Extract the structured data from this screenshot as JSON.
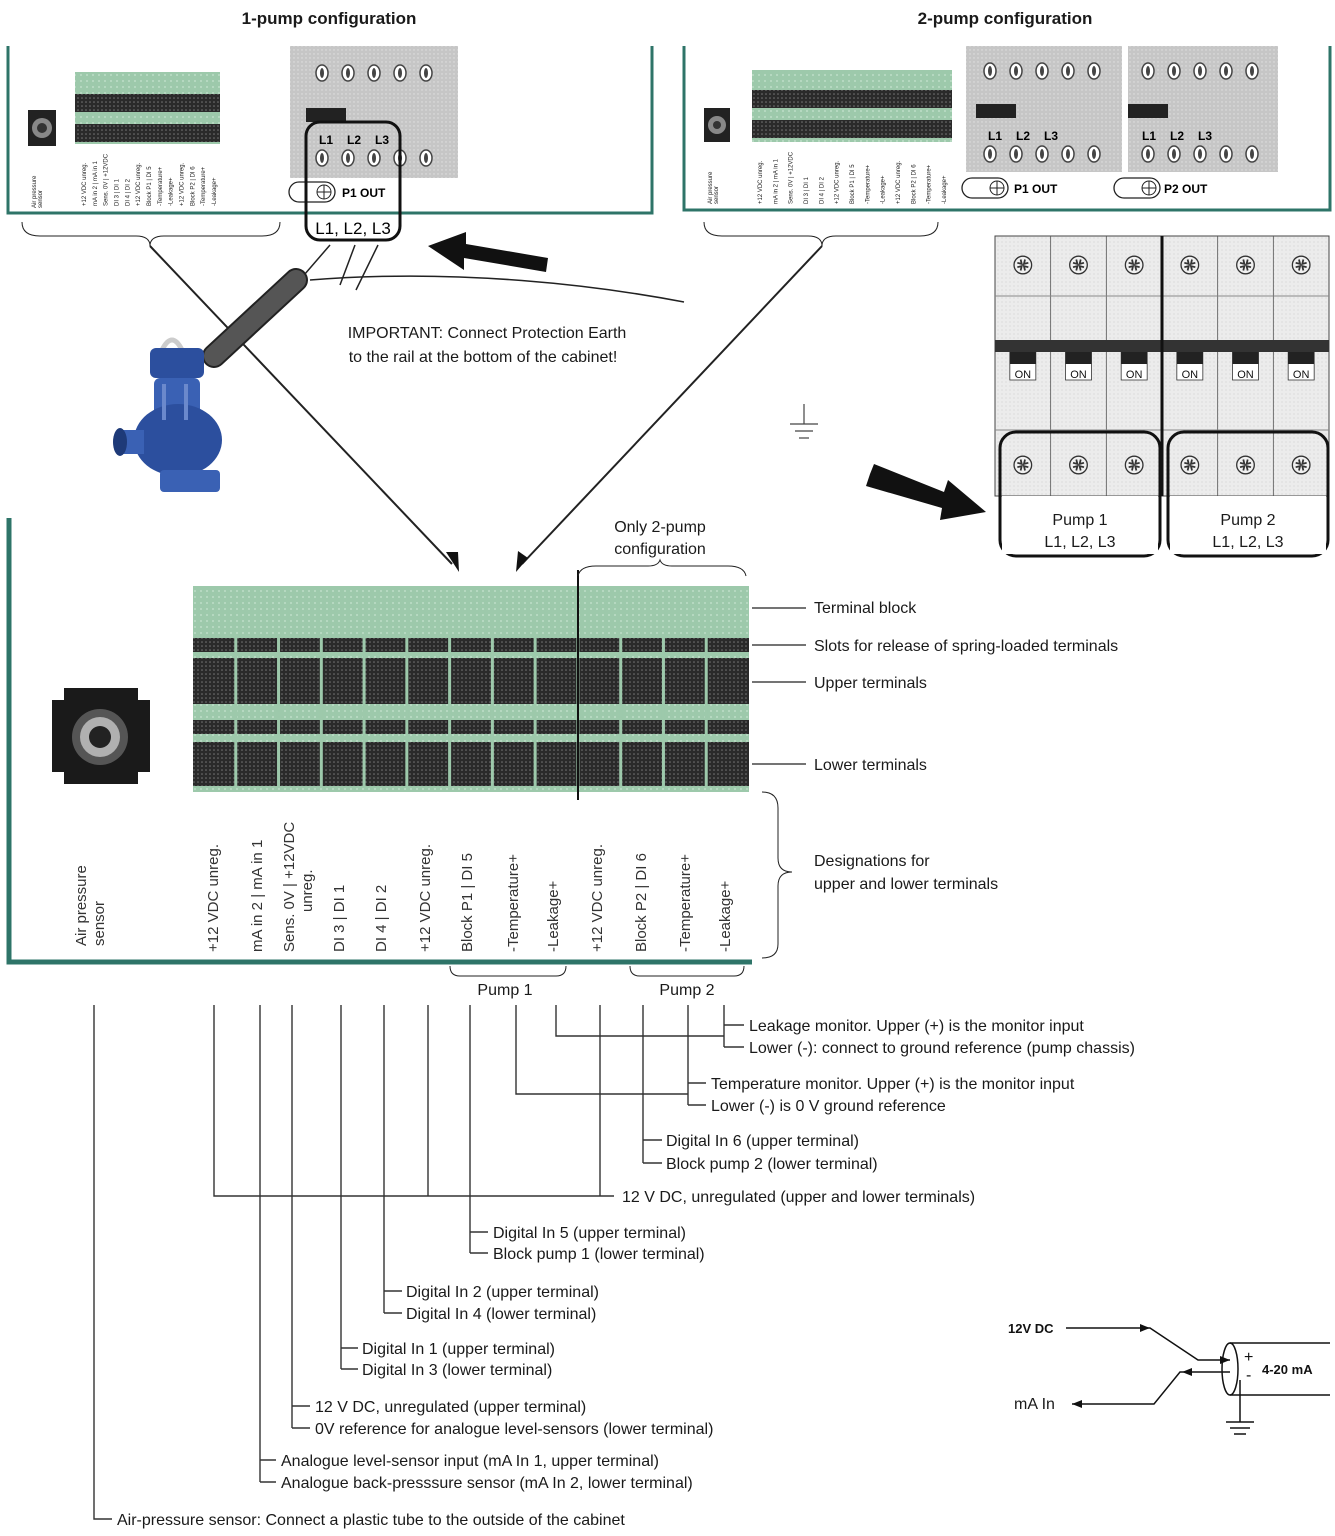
{
  "titles": {
    "one_pump": "1-pump configuration",
    "two_pump": "2-pump configuration"
  },
  "outputs": {
    "p1": "P1 OUT",
    "p2": "P2 OUT",
    "phase_labels": [
      "L1",
      "L2",
      "L3"
    ],
    "combined_label": "L1, L2, L3"
  },
  "important_note": {
    "line1": "IMPORTANT: Connect Protection Earth",
    "line2": "to the rail at the bottom of the cabinet!"
  },
  "breaker": {
    "switch_label": "ON",
    "pump1_line1": "Pump 1",
    "pump1_line2": "L1, L2, L3",
    "pump2_line1": "Pump 2",
    "pump2_line2": "L1, L2, L3"
  },
  "only_two_pump": {
    "line1": "Only 2-pump",
    "line2": "configuration"
  },
  "callouts": {
    "terminal_block": "Terminal block",
    "slots": "Slots for release of spring-loaded terminals",
    "upper_terminals": "Upper terminals",
    "lower_terminals": "Lower terminals",
    "designations_line1": "Designations for",
    "designations_line2": "upper and lower terminals"
  },
  "sensor_label_1": "Air pressure",
  "sensor_label_2": "sensor",
  "terminal_designations": [
    "+12 VDC unreg.",
    "mA in 2 | mA in 1",
    "Sens. 0V | +12VDC",
    "DI 3 | DI 1",
    "DI 4 | DI 2",
    "+12 VDC unreg.",
    "Block P1 | DI 5",
    "-Temperature+",
    "-Leakage+",
    "+12 VDC unreg.",
    "Block P2 | DI 6",
    "-Temperature+",
    "-Leakage+"
  ],
  "sens_extra": "unreg.",
  "pump_groups": {
    "pump1": "Pump 1",
    "pump2": "Pump 2"
  },
  "legend": {
    "leak_1": "Leakage monitor. Upper (+) is the monitor input",
    "leak_2": "Lower (-): connect to ground reference (pump chassis)",
    "temp_1": "Temperature monitor. Upper (+) is the monitor input",
    "temp_2": "Lower (-) is 0 V ground reference",
    "di6_1": "Digital In 6 (upper terminal)",
    "di6_2": "Block pump 2 (lower terminal)",
    "v12_all": "12 V DC, unregulated (upper and lower terminals)",
    "di5_1": "Digital In 5 (upper terminal)",
    "di5_2": "Block pump 1 (lower terminal)",
    "di2_1": "Digital In 2 (upper terminal)",
    "di2_2": "Digital In 4 (lower terminal)",
    "di1_1": "Digital In 1 (upper terminal)",
    "di1_2": "Digital In 3 (lower terminal)",
    "sens_1": "12 V DC, unregulated (upper terminal)",
    "sens_2": "0V reference for analogue level-sensors (lower terminal)",
    "ma_1": "Analogue level-sensor input (mA In 1, upper terminal)",
    "ma_2": "Analogue back-presssure sensor (mA In 2, lower terminal)",
    "air": "Air-pressure sensor: Connect a plastic tube to the outside of the cabinet"
  },
  "circuit": {
    "v12": "12V DC",
    "ma_in": "mA In",
    "sensor": "4-20 mA",
    "plus": "+",
    "minus": "-"
  },
  "colors": {
    "panel_border": "#2e7468",
    "terminal_green": "#9dc9ab",
    "terminal_dark": "#2a2a2a",
    "module_grey": "#c9c9c9",
    "pump_blue": "#2c4f9e"
  }
}
